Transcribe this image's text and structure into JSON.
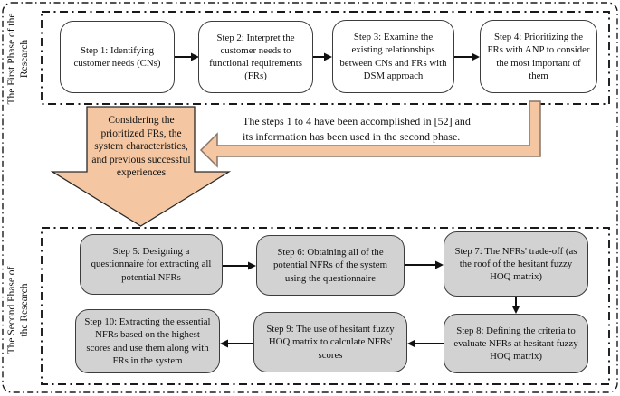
{
  "phase1": {
    "label": "The First Phase of the Research",
    "steps": [
      "Step 1: Identifying customer needs (CNs)",
      "Step 2: Interpret the customer needs to functional requirements (FRs)",
      "Step 3: Examine the existing relationships between CNs and FRs with DSM approach",
      "Step 4: Prioritizing the FRs with ANP to consider the most important of them"
    ]
  },
  "transition": {
    "big_arrow_text": "Considering the prioritized FRs, the system characteristics, and previous successful experiences",
    "note_lines": [
      "The steps 1 to 4 have been accomplished in [52] and",
      "its information has been used in the second phase."
    ]
  },
  "phase2": {
    "label": "The Second Phase of the Research",
    "steps": [
      "Step 5: Designing a questionnaire for extracting all potential NFRs",
      "Step 6: Obtaining all of the potential NFRs of the system using the questionnaire",
      "Step 7: The NFRs' trade-off (as the roof of the hesitant fuzzy HOQ matrix)",
      "Step 8: Defining the criteria to evaluate NFRs at hesitant fuzzy HOQ matrix)",
      "Step 9: The use of hesitant fuzzy HOQ matrix to calculate NFRs' scores",
      "Step 10: Extracting the essential NFRs based on the highest scores and use them along with FRs in the system"
    ]
  },
  "colors": {
    "arrow-fill": "#f4c7a2",
    "arrow-stroke": "#8a7466",
    "box-gray": "#d2d2d2",
    "box-white": "#ffffff",
    "line": "#111111"
  }
}
